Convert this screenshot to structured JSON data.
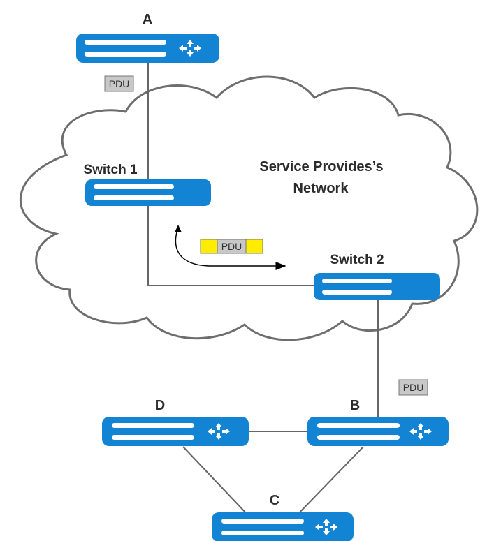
{
  "labels": {
    "node_a": "A",
    "node_b": "B",
    "node_c": "C",
    "node_d": "D",
    "switch1": "Switch 1",
    "switch2": "Switch 2",
    "network_line1": "Service Provides’s",
    "network_line2": "Network"
  },
  "pdu": {
    "top": "PDU",
    "middle": "PDU",
    "right": "PDU"
  },
  "colors": {
    "device_blue": "#1383d4",
    "device_bar": "#ffffff",
    "link_gray": "#666666",
    "cloud_stroke": "#6e6e6e",
    "pdu_gray": "#c8c8c8",
    "tag_yellow": "#ffec00"
  },
  "icons": {
    "router": "router-arrows-icon",
    "switch": "switch-bars-icon"
  }
}
